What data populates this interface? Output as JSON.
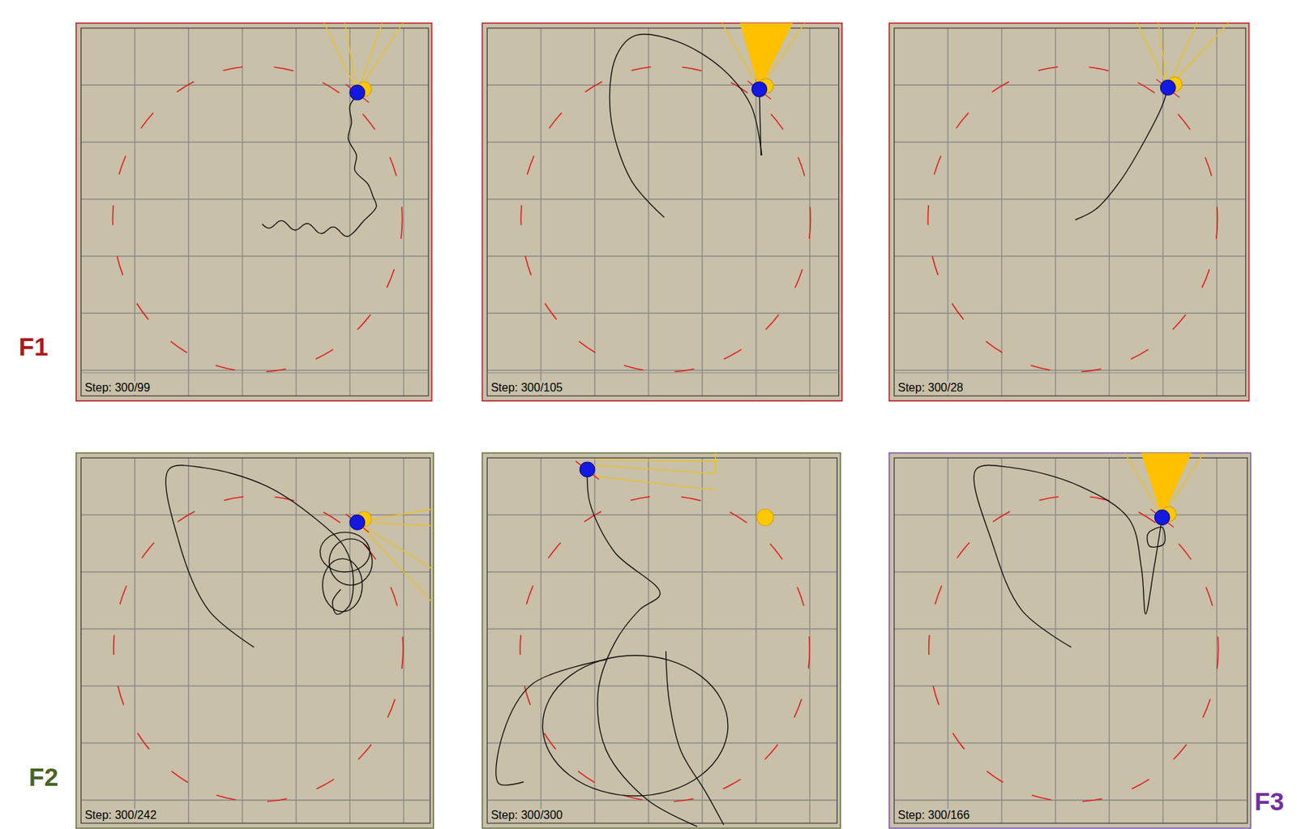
{
  "diagram": {
    "nodes": [
      {
        "text": [
          "Step: 300/99"
        ]
      },
      {
        "text": [
          "Step: 300/105"
        ]
      },
      {
        "text": [
          "Step: 300/28"
        ]
      },
      {
        "text": [
          "Step: 300/242"
        ]
      },
      {
        "text": [
          "Step: 300/300"
        ]
      },
      {
        "text": [
          "Step: 300/166"
        ]
      }
    ],
    "labels": [
      "F1",
      "F2",
      "F3"
    ]
  }
}
